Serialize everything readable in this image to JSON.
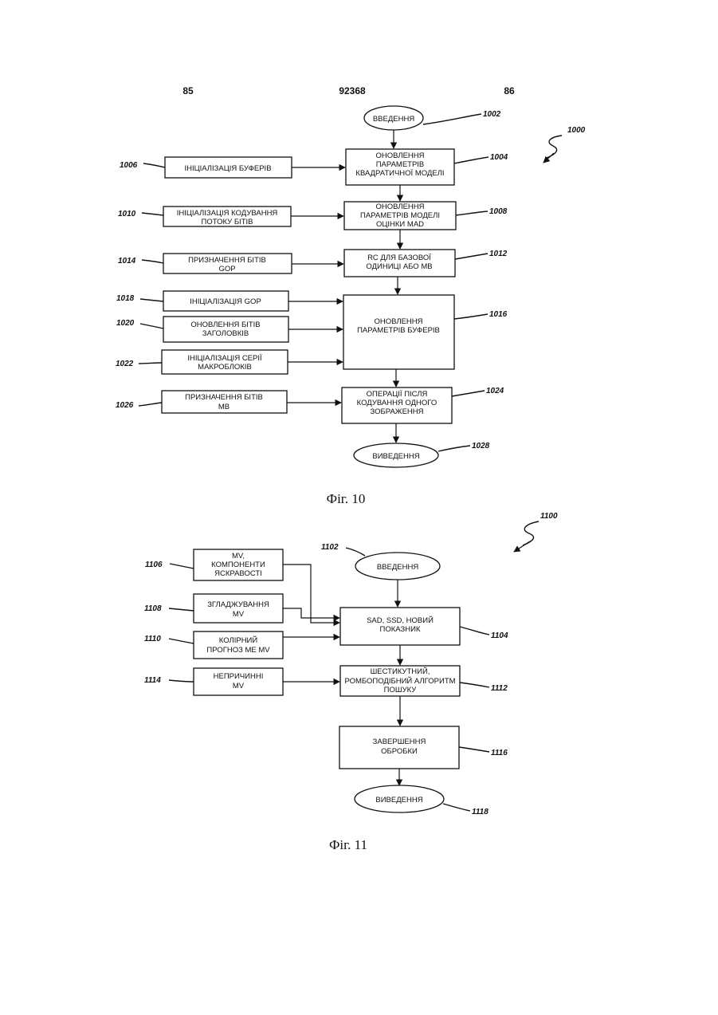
{
  "header": {
    "left": "85",
    "center": "92368",
    "right": "86"
  },
  "fig10": {
    "ref": "1000",
    "caption": "Фіг. 10",
    "start": {
      "ref": "1002",
      "label": "ВВЕДЕННЯ"
    },
    "b1004": {
      "ref": "1004",
      "lines": [
        "ОНОВЛЕННЯ",
        "ПАРАМЕТРІВ",
        "КВАДРАТИЧНОЇ МОДЕЛІ"
      ]
    },
    "b1006": {
      "ref": "1006",
      "lines": [
        "ІНІЦІАЛІЗАЦІЯ БУФЕРІВ"
      ]
    },
    "b1008": {
      "ref": "1008",
      "lines": [
        "ОНОВЛЕННЯ",
        "ПАРАМЕТРІВ МОДЕЛІ",
        "ОЦІНКИ MAD"
      ]
    },
    "b1010": {
      "ref": "1010",
      "lines": [
        "ІНІЦІАЛІЗАЦІЯ КОДУВАННЯ",
        "ПОТОКУ БІТІВ"
      ]
    },
    "b1012": {
      "ref": "1012",
      "lines": [
        "RC ДЛЯ БАЗОВОЇ",
        "ОДИНИЦІ АБО MB"
      ]
    },
    "b1014": {
      "ref": "1014",
      "lines": [
        "ПРИЗНАЧЕННЯ БІТІВ",
        "GOP"
      ]
    },
    "b1016": {
      "ref": "1016",
      "lines": [
        "ОНОВЛЕННЯ",
        "ПАРАМЕТРІВ БУФЕРІВ"
      ]
    },
    "b1018": {
      "ref": "1018",
      "lines": [
        "ІНІЦІАЛІЗАЦІЯ GOP"
      ]
    },
    "b1020": {
      "ref": "1020",
      "lines": [
        "ОНОВЛЕННЯ БІТІВ",
        "ЗАГОЛОВКІВ"
      ]
    },
    "b1022": {
      "ref": "1022",
      "lines": [
        "ІНІЦІАЛІЗАЦІЯ СЕРІЇ",
        "МАКРОБЛОКІВ"
      ]
    },
    "b1024": {
      "ref": "1024",
      "lines": [
        "ОПЕРАЦІЇ ПІСЛЯ",
        "КОДУВАННЯ ОДНОГО",
        "ЗОБРАЖЕННЯ"
      ]
    },
    "b1026": {
      "ref": "1026",
      "lines": [
        "ПРИЗНАЧЕННЯ БІТІВ",
        "MB"
      ]
    },
    "end": {
      "ref": "1028",
      "label": "ВИВЕДЕННЯ"
    }
  },
  "fig11": {
    "ref": "1100",
    "caption": "Фіг. 11",
    "start": {
      "ref": "1102",
      "label": "ВВЕДЕННЯ"
    },
    "b1104": {
      "ref": "1104",
      "lines": [
        "SAD, SSD, НОВИЙ",
        "ПОКАЗНИК"
      ]
    },
    "b1106": {
      "ref": "1106",
      "lines": [
        "MV,",
        "КОМПОНЕНТИ",
        "ЯСКРАВОСТІ"
      ]
    },
    "b1108": {
      "ref": "1108",
      "lines": [
        "ЗГЛАДЖУВАННЯ",
        "MV"
      ]
    },
    "b1110": {
      "ref": "1110",
      "lines": [
        "КОЛІРНИЙ",
        "ПРОГНОЗ ME MV"
      ]
    },
    "b1112": {
      "ref": "1112",
      "lines": [
        "ШЕСТИКУТНИЙ,",
        "РОМБОПОДІБНИЙ АЛГОРИТМ",
        "ПОШУКУ"
      ]
    },
    "b1114": {
      "ref": "1114",
      "lines": [
        "НЕПРИЧИННІ",
        "MV"
      ]
    },
    "b1116": {
      "ref": "1116",
      "lines": [
        "ЗАВЕРШЕННЯ",
        "ОБРОБКИ"
      ]
    },
    "end": {
      "ref": "1118",
      "label": "ВИВЕДЕННЯ"
    }
  }
}
